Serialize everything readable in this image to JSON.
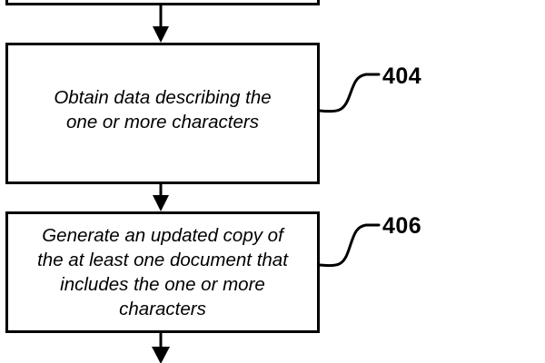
{
  "figure": {
    "type": "patent-flowchart",
    "title": "",
    "background_color": "#ffffff",
    "line_color": "#000000",
    "steps": [
      {
        "id": "step-402",
        "ref_numeral": "",
        "text": "",
        "note": "preceding step box, only bottom edge visible at top of frame"
      },
      {
        "id": "step-404",
        "ref_numeral": "404",
        "text": "Obtain data describing the\none or more characters"
      },
      {
        "id": "step-406",
        "ref_numeral": "406",
        "text": "Generate an updated copy of\nthe at least one document that\nincludes the one or more\ncharacters"
      }
    ],
    "connectors": [
      {
        "id": "arrow-402-to-404",
        "from": "step-402",
        "to": "step-404",
        "direction": "down"
      },
      {
        "id": "arrow-404-to-406",
        "from": "step-404",
        "to": "step-406",
        "direction": "down"
      },
      {
        "id": "arrow-406-to-next",
        "from": "step-406",
        "to": "",
        "direction": "down"
      }
    ],
    "leader_lines": [
      {
        "id": "leader-404",
        "label": "404"
      },
      {
        "id": "leader-406",
        "label": "406"
      }
    ]
  }
}
